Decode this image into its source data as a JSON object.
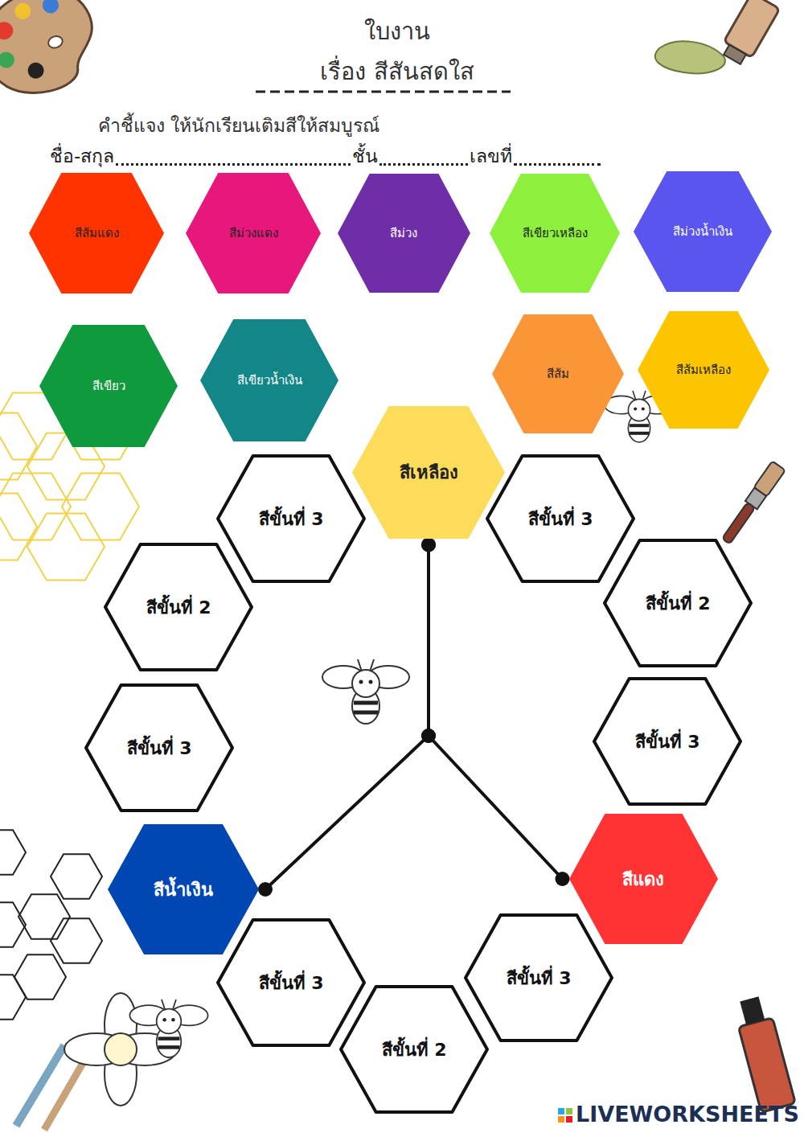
{
  "diagram": {
    "title": "ใบงาน",
    "nodes": [
      {
        "text": [
          "สีส้มแดง"
        ]
      },
      {
        "text": [
          "สีม่วงแดง"
        ]
      },
      {
        "text": [
          "สีม่วง"
        ]
      },
      {
        "text": [
          "สีเขียวเหลือง"
        ]
      },
      {
        "text": [
          "สีม่วงน้ำเงิน"
        ]
      },
      {
        "text": [
          "สีเขียว"
        ]
      },
      {
        "text": [
          "สีเขียวน้ำเงิน"
        ]
      },
      {
        "text": [
          "สีส้ม"
        ]
      },
      {
        "text": [
          "สีส้มเหลือง"
        ]
      },
      {
        "text": [
          "สีเหลือง"
        ]
      },
      {
        "text": [
          "สีขั้นที่ 3"
        ]
      },
      {
        "text": [
          "สีขั้นที่ 3"
        ]
      },
      {
        "text": [
          "สีขั้นที่ 2"
        ]
      },
      {
        "text": [
          "สีขั้นที่ 2"
        ]
      },
      {
        "text": [
          "สีขั้นที่ 3"
        ]
      },
      {
        "text": [
          "สีขั้นที่ 3"
        ]
      },
      {
        "text": [
          "สีแดง"
        ]
      },
      {
        "text": [
          "สีน้ำเงิน"
        ]
      },
      {
        "text": [
          "สีขั้นที่ 3"
        ]
      },
      {
        "text": [
          "สีขั้นที่ 3"
        ]
      },
      {
        "text": [
          "สีขั้นที่ 2"
        ]
      }
    ],
    "edges": [
      {
        "from": 9,
        "to": 17,
        "arrow": "none"
      },
      {
        "from": 9,
        "to": 16,
        "arrow": "none"
      }
    ],
    "labels": [
      "เรื่อง สีสันสดใส",
      "คำชี้แจง ให้นักเรียนเติมสีให้สมบูรณ์",
      "ชื่อ-สกุล",
      "ชั้น",
      "เลขที่",
      "LIVEWORKSHEETS"
    ]
  }
}
